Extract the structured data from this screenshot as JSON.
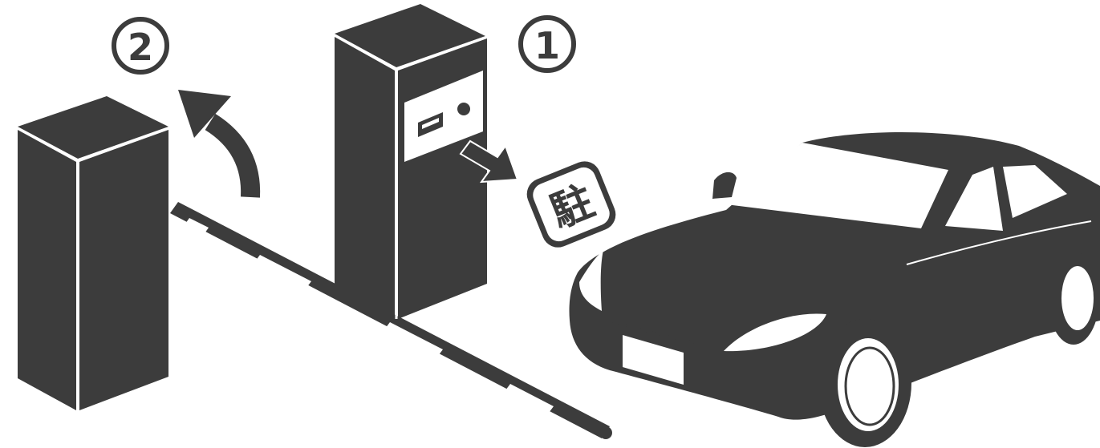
{
  "illustration": {
    "step_dispense": "①",
    "step_raise": "②",
    "ticket_text": "駐"
  },
  "colors": {
    "ink": "#3c3c3c",
    "paper": "#ffffff"
  }
}
